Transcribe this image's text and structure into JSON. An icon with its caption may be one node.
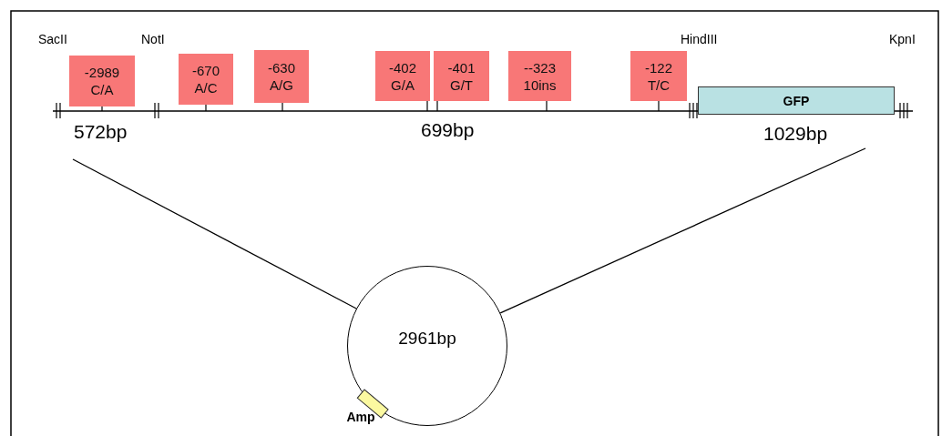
{
  "diagram": {
    "nodes": [
      {
        "text": [
          "-2989",
          "C/A"
        ]
      },
      {
        "text": [
          "-670",
          "A/C"
        ]
      },
      {
        "text": [
          "-630",
          "A/G"
        ]
      },
      {
        "text": [
          "-402",
          "G/A"
        ]
      },
      {
        "text": [
          "-401",
          "G/T"
        ]
      },
      {
        "text": [
          "--323",
          "10ins"
        ]
      },
      {
        "text": [
          "-122",
          "T/C"
        ]
      },
      {
        "text": [
          "GFP"
        ]
      },
      {
        "text": [
          "2961bp"
        ]
      },
      {
        "text": [
          "Amp"
        ],
        "in": 8
      }
    ],
    "edges": [
      {
        "from": null,
        "to": 8,
        "arrow": "none"
      },
      {
        "from": null,
        "to": 8,
        "arrow": "none"
      }
    ],
    "labels": [
      "SacII",
      "NotI",
      "HindIII",
      "KpnI",
      "572bp",
      "699bp",
      "1029bp"
    ]
  }
}
